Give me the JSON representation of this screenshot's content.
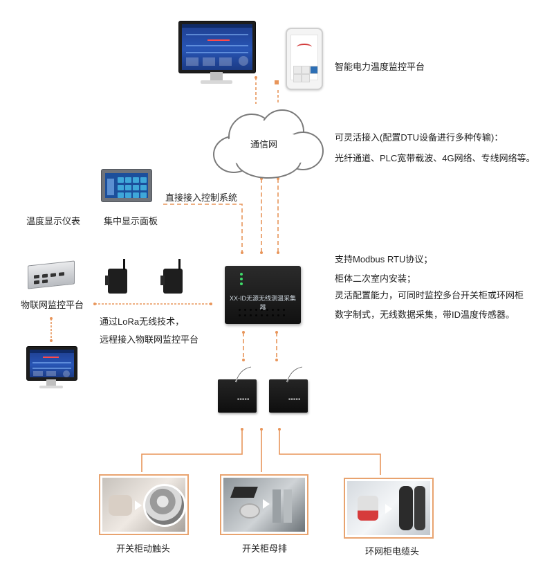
{
  "labels": {
    "platform": "智能电力温度监控平台",
    "cloud": "通信网",
    "access_line1": "可灵活接入(配置DTU设备进行多种传输)：",
    "access_line2": "光纤通道、PLC宽带载波、4G网络、专线网络等。",
    "direct": "直接接入控制系统",
    "temp_meter": "温度显示仪表",
    "central_panel": "集中显示面板",
    "iot_platform": "物联网监控平台",
    "lora_line1": "通过LoRa无线技术，",
    "lora_line2": "远程接入物联网监控平台",
    "support_lines": [
      "支持Modbus RTU协议；",
      "柜体二次室内安装；",
      "灵活配置能力，可同时监控多台开关柜或环网柜",
      "数字制式，无线数据采集，带ID温度传感器。"
    ],
    "captions": [
      "开关柜动触头",
      "开关柜母排",
      "环网柜电缆头"
    ]
  },
  "device_label": "XX-ID无源无线测温采集器",
  "colors": {
    "connector": "#e8955a",
    "cloud_stroke": "#7a7a7a",
    "text": "#222222",
    "photo_border": "#e8a36f"
  }
}
